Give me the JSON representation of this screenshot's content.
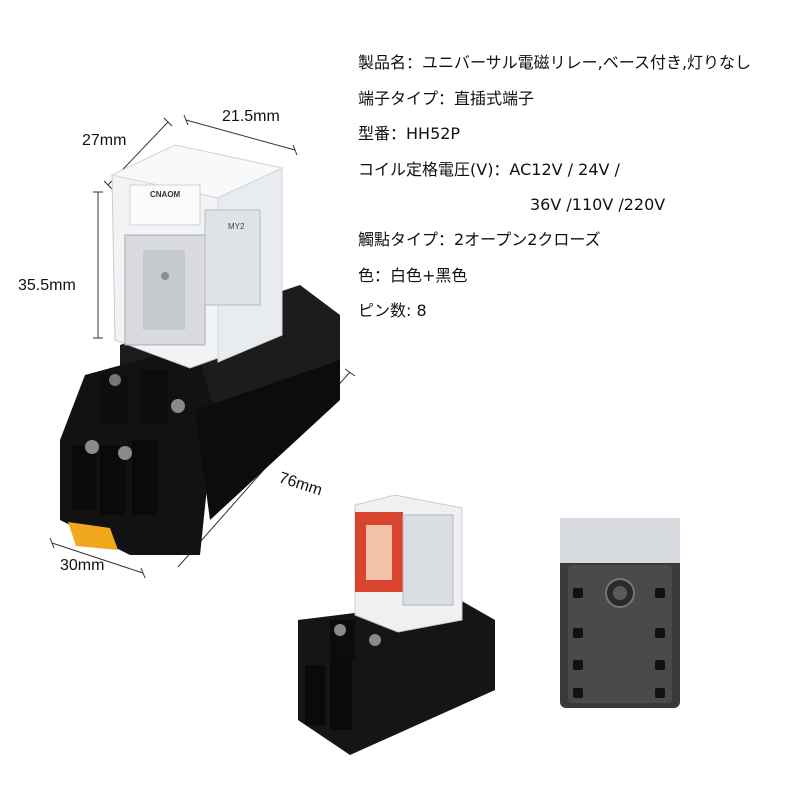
{
  "specs": [
    "製品名：ユニバーサル電磁リレー,ベース付き,灯りなし",
    "端子タイプ：直插式端子",
    "型番：HH52P",
    "コイル定格電圧(V)：AC12V / 24V /",
    "36V /110V /220V",
    "觸點タイプ：2オープン2クローズ",
    "色：白色+黑色",
    "ピン数: 8"
  ],
  "dimensions": {
    "depth": "27mm",
    "width": "21.5mm",
    "height": "35.5mm",
    "base_length": "76mm",
    "base_width": "30mm"
  },
  "relay_label": {
    "brand": "CNAOM",
    "model": "MY2"
  },
  "colors": {
    "base": "#141414",
    "clear_case": "#eef0f2",
    "tab": "#f2a81d",
    "red_coil": "#d8442e"
  }
}
